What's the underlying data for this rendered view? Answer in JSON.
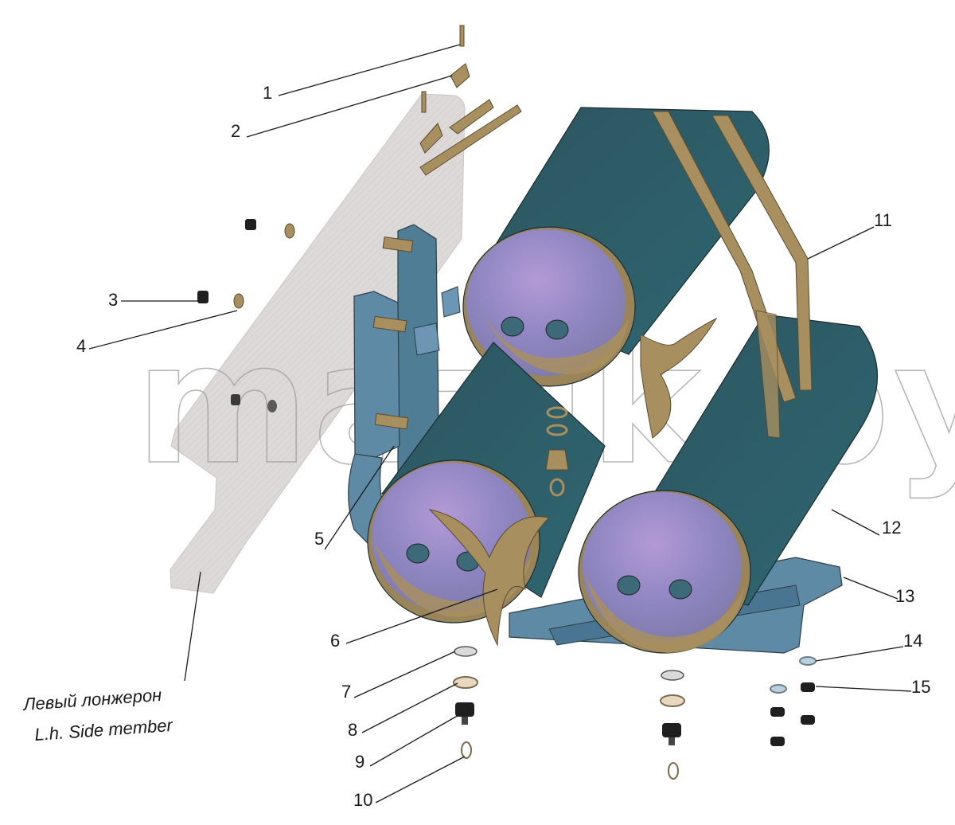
{
  "callouts": {
    "c1": "1",
    "c2": "2",
    "c3": "3",
    "c4": "4",
    "c5": "5",
    "c6": "6",
    "c7": "7",
    "c8": "8",
    "c9": "9",
    "c10": "10",
    "c11": "11",
    "c12": "12",
    "c13": "13",
    "c14": "14",
    "c15": "15"
  },
  "caption": {
    "ru": "Левый лонжерон",
    "en": "L.h. Side member"
  },
  "watermark": "mazik.by",
  "colors": {
    "tank_body": "#2f5a64",
    "tank_face": "#9d8fbf",
    "strap": "#a88f5f",
    "bracket": "#5f8aa6",
    "side_member": "#d8d4d0"
  }
}
